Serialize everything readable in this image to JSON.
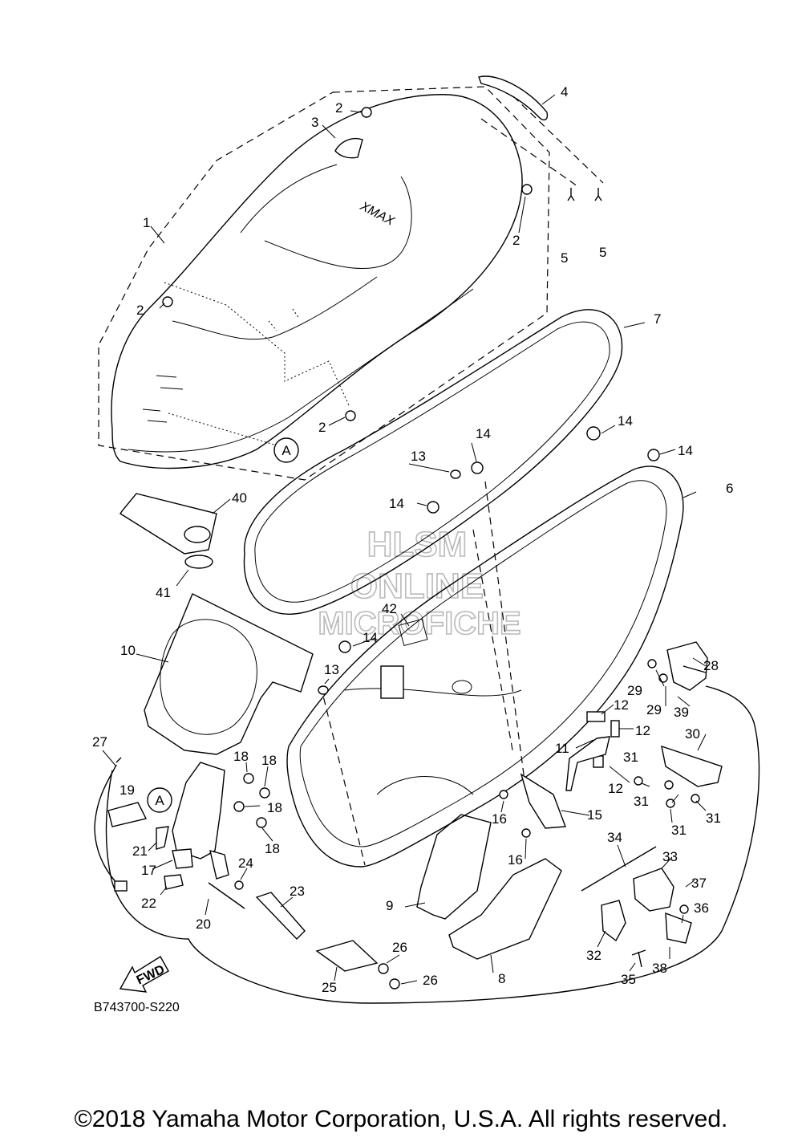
{
  "callouts": [
    {
      "n": "1"
    },
    {
      "n": "2"
    },
    {
      "n": "2"
    },
    {
      "n": "2"
    },
    {
      "n": "2"
    },
    {
      "n": "3"
    },
    {
      "n": "4"
    },
    {
      "n": "5"
    },
    {
      "n": "5"
    },
    {
      "n": "6"
    },
    {
      "n": "7"
    },
    {
      "n": "8"
    },
    {
      "n": "9"
    },
    {
      "n": "10"
    },
    {
      "n": "11"
    },
    {
      "n": "12"
    },
    {
      "n": "12"
    },
    {
      "n": "12"
    },
    {
      "n": "13"
    },
    {
      "n": "13"
    },
    {
      "n": "14"
    },
    {
      "n": "14"
    },
    {
      "n": "14"
    },
    {
      "n": "14"
    },
    {
      "n": "14"
    },
    {
      "n": "15"
    },
    {
      "n": "16"
    },
    {
      "n": "16"
    },
    {
      "n": "17"
    },
    {
      "n": "18"
    },
    {
      "n": "18"
    },
    {
      "n": "18"
    },
    {
      "n": "18"
    },
    {
      "n": "19"
    },
    {
      "n": "20"
    },
    {
      "n": "21"
    },
    {
      "n": "22"
    },
    {
      "n": "23"
    },
    {
      "n": "24"
    },
    {
      "n": "25"
    },
    {
      "n": "26"
    },
    {
      "n": "26"
    },
    {
      "n": "27"
    },
    {
      "n": "28"
    },
    {
      "n": "29"
    },
    {
      "n": "29"
    },
    {
      "n": "30"
    },
    {
      "n": "31"
    },
    {
      "n": "31"
    },
    {
      "n": "31"
    },
    {
      "n": "31"
    },
    {
      "n": "32"
    },
    {
      "n": "33"
    },
    {
      "n": "34"
    },
    {
      "n": "35"
    },
    {
      "n": "36"
    },
    {
      "n": "37"
    },
    {
      "n": "38"
    },
    {
      "n": "39"
    },
    {
      "n": "40"
    },
    {
      "n": "41"
    },
    {
      "n": "42"
    }
  ],
  "markers": [
    {
      "letter": "A"
    },
    {
      "letter": "A"
    }
  ],
  "seat_logo": "XMAX",
  "direction_arrow": "FWD",
  "diagram_code": "B743700-S220",
  "watermark": [
    "HLSM",
    "ONLINE",
    "MICROFICHE"
  ],
  "copyright": "©2018 Yamaha Motor Corporation, U.S.A. All rights reserved."
}
